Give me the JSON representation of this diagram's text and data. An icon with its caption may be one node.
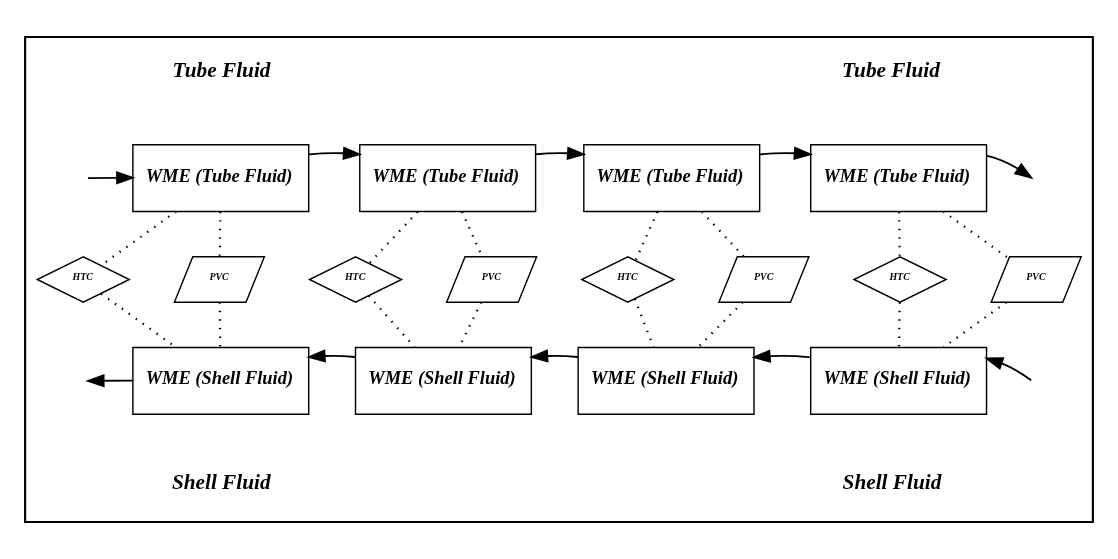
{
  "diagram": {
    "nodes": [
      {
        "text": [],
        "shape": "box"
      },
      {
        "text": [
          "WME (Tube Fluid)"
        ],
        "in": 0
      },
      {
        "text": [
          "WME (Tube Fluid)"
        ],
        "in": 0
      },
      {
        "text": [
          "WME (Tube Fluid)"
        ],
        "in": 0
      },
      {
        "text": [
          "WME (Tube Fluid)"
        ],
        "in": 0
      },
      {
        "text": [
          "HTC"
        ],
        "in": 0
      },
      {
        "text": [
          "PVC"
        ],
        "in": 0
      },
      {
        "text": [
          "HTC"
        ],
        "in": 0
      },
      {
        "text": [
          "PVC"
        ],
        "in": 0
      },
      {
        "text": [
          "HTC"
        ],
        "in": 0
      },
      {
        "text": [
          "PVC"
        ],
        "in": 0
      },
      {
        "text": [
          "HTC"
        ],
        "in": 0
      },
      {
        "text": [
          "PVC"
        ],
        "in": 0
      },
      {
        "text": [
          "WME (Shell Fluid)"
        ],
        "in": 0
      },
      {
        "text": [
          "WME (Shell Fluid)"
        ],
        "in": 0
      },
      {
        "text": [
          "WME (Shell Fluid)"
        ],
        "in": 0
      },
      {
        "text": [
          "WME (Shell Fluid)"
        ],
        "in": 0
      }
    ],
    "edges": [
      {
        "from": null,
        "to": 1,
        "arrow": "to"
      },
      {
        "from": 1,
        "to": 2,
        "arrow": "to"
      },
      {
        "from": 2,
        "to": 3,
        "arrow": "to"
      },
      {
        "from": 3,
        "to": 4,
        "arrow": "to"
      },
      {
        "from": 4,
        "to": null,
        "arrow": "to"
      },
      {
        "from": 1,
        "to": 5,
        "arrow": "none",
        "style": "dashed"
      },
      {
        "from": 1,
        "to": 6,
        "arrow": "none",
        "style": "dashed"
      },
      {
        "from": 2,
        "to": 7,
        "arrow": "none",
        "style": "dashed"
      },
      {
        "from": 2,
        "to": 8,
        "arrow": "none",
        "style": "dashed"
      },
      {
        "from": 3,
        "to": 9,
        "arrow": "none",
        "style": "dashed"
      },
      {
        "from": 3,
        "to": 10,
        "arrow": "none",
        "style": "dashed"
      },
      {
        "from": 4,
        "to": 11,
        "arrow": "none",
        "style": "dashed"
      },
      {
        "from": 4,
        "to": 12,
        "arrow": "none",
        "style": "dashed"
      },
      {
        "from": 5,
        "to": 13,
        "arrow": "none",
        "style": "dashed"
      },
      {
        "from": 6,
        "to": 13,
        "arrow": "none",
        "style": "dashed"
      },
      {
        "from": 7,
        "to": 14,
        "arrow": "none",
        "style": "dashed"
      },
      {
        "from": 8,
        "to": 14,
        "arrow": "none",
        "style": "dashed"
      },
      {
        "from": 9,
        "to": 15,
        "arrow": "none",
        "style": "dashed"
      },
      {
        "from": 10,
        "to": 15,
        "arrow": "none",
        "style": "dashed"
      },
      {
        "from": 11,
        "to": 16,
        "arrow": "none",
        "style": "dashed"
      },
      {
        "from": 12,
        "to": 16,
        "arrow": "none",
        "style": "dashed"
      },
      {
        "from": null,
        "to": 16,
        "arrow": "to"
      },
      {
        "from": 16,
        "to": 15,
        "arrow": "to"
      },
      {
        "from": 15,
        "to": 14,
        "arrow": "to"
      },
      {
        "from": 14,
        "to": 13,
        "arrow": "to"
      },
      {
        "from": 13,
        "to": null,
        "arrow": "to"
      }
    ],
    "labels": [
      "Tube Fluid",
      "Tube Fluid",
      "Shell Fluid",
      "Shell Fluid"
    ]
  }
}
